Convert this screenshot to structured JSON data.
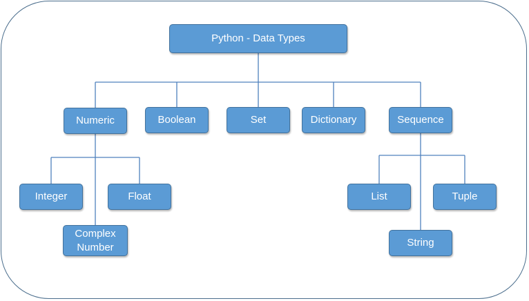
{
  "diagram": {
    "root": "Python - Data Types",
    "categories": {
      "numeric": "Numeric",
      "boolean": "Boolean",
      "set": "Set",
      "dictionary": "Dictionary",
      "sequence": "Sequence"
    },
    "numeric_children": {
      "integer": "Integer",
      "float": "Float",
      "complex": "Complex\nNumber"
    },
    "sequence_children": {
      "list": "List",
      "tuple": "Tuple",
      "string": "String"
    }
  },
  "colors": {
    "box_fill": "#5b9bd5",
    "box_border": "#41719c",
    "connector": "#4f81bd",
    "frame_border": "#4a6d8c",
    "text": "#ffffff"
  }
}
